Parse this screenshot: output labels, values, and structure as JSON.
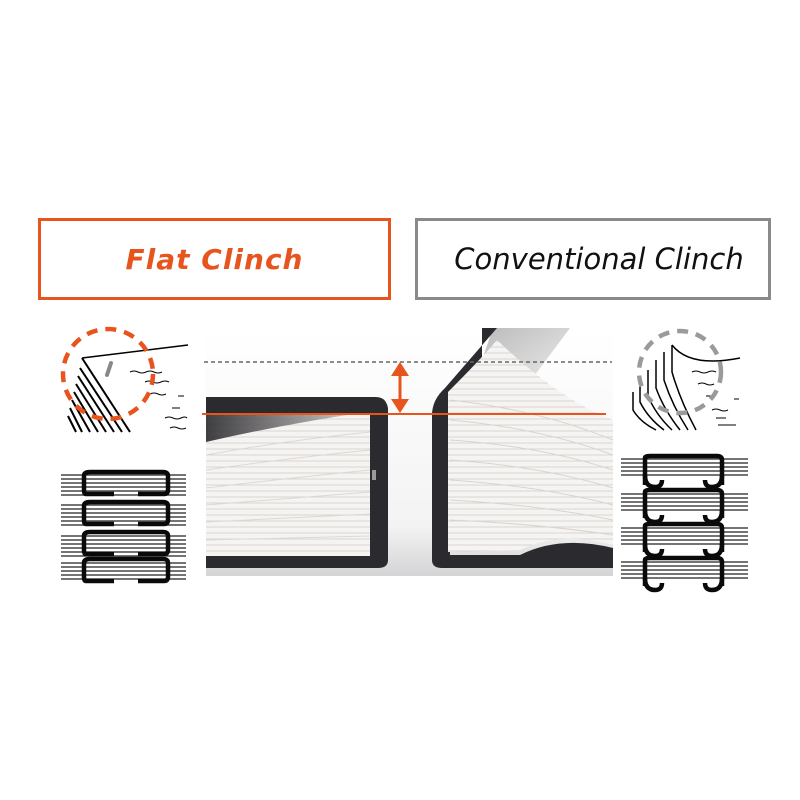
{
  "labels": {
    "flat": "Flat Clinch",
    "conventional": "Conventional Clinch"
  },
  "colors": {
    "accent": "#e8541e",
    "neutral_border": "#8a8a8a",
    "text_dark": "#111111",
    "staple_black": "#0a0a0a",
    "binder_dark": "#2b2a2e",
    "paper": "#f4f2f0"
  },
  "diagram": {
    "left_icon": "flat-clinch-sheet-stack-icon",
    "right_icon": "conventional-clinch-sheet-stack-icon",
    "left_staples": "flat-staples-icon",
    "right_staples": "conventional-staples-icon",
    "center_image": "stapled-stack-height-comparison",
    "height_indicator": "double-arrow-icon",
    "staple_count_each_side": 4
  }
}
